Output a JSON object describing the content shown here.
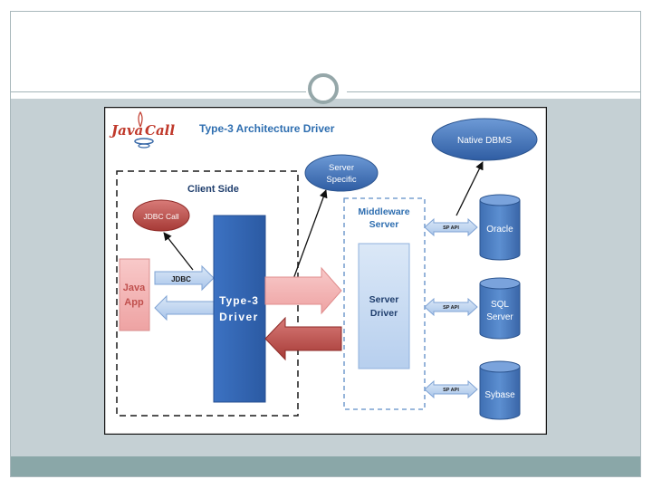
{
  "diagram": {
    "title": "Type-3 Architecture Driver",
    "logo": {
      "java": "Java",
      "call": "Call"
    },
    "client_side": {
      "label": "Client Side"
    },
    "jdbc_call": "JDBC Call",
    "java_app": {
      "line1": "Java",
      "line2": "App"
    },
    "jdbc_label": "JDBC",
    "type3_driver": {
      "line1": "Type-3",
      "line2": "Driver"
    },
    "server_specific": {
      "line1": "Server",
      "line2": "Specific"
    },
    "middleware": {
      "line1": "Middleware",
      "line2": "Server"
    },
    "server_driver": {
      "line1": "Server",
      "line2": "Driver"
    },
    "native_dbms": "Native DBMS",
    "databases": [
      {
        "line1": "Oracle",
        "line2": ""
      },
      {
        "line1": "SQL",
        "line2": "Server"
      },
      {
        "line1": "Sybase",
        "line2": ""
      }
    ],
    "sp_api": [
      "SP API",
      "SP API",
      "SP API"
    ],
    "colors": {
      "red_fill": "#c0504d",
      "blue_fill": "#4f81bd",
      "driver_blue": "#3567b5",
      "title_blue": "#2e6eb0",
      "pink_fill": "#f4b6b6",
      "light_blue": "#c9dcf3",
      "red_arrow": "#c0392b"
    }
  }
}
